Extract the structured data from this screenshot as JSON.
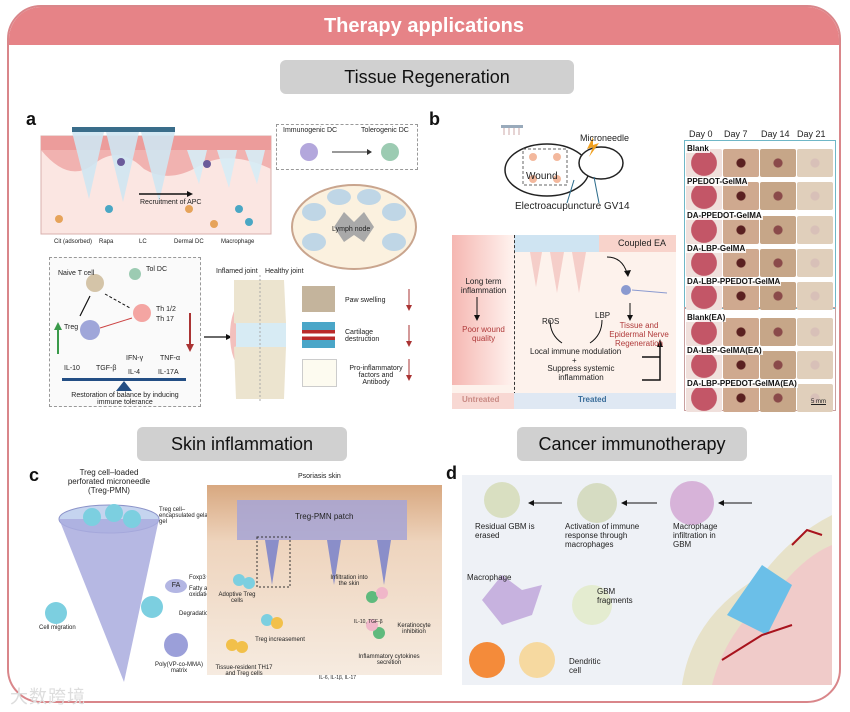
{
  "header": {
    "title": "Therapy applications"
  },
  "colors": {
    "accent": "#e68387",
    "section_button": "#d0d0d0",
    "treated": "#dfe8f3",
    "untreated": "#f8d8d3"
  },
  "sections": {
    "tissue_regeneration": "Tissue Regeneration",
    "skin_inflammation": "Skin inflammation",
    "cancer_immunotherapy": "Cancer immunotherapy"
  },
  "panel_a": {
    "letter": "a",
    "recruitment": "Recruitment of APC",
    "legend": [
      "Cit (adsorbed)",
      "Rapa",
      "LC",
      "Dermal DC",
      "Macrophage"
    ],
    "immunogenic_dc": "Immunogenic DC",
    "tolerogenic_dc": "Tolerogenic DC",
    "lymph_node": "Lymph node",
    "naive_t_cell": "Naive T cell",
    "tol_dc": "Tol DC",
    "treg": "Treg",
    "th": "Th 1/2",
    "th17": "Th 17",
    "cytokines": [
      "IL-10",
      "TGF-β",
      "IFN-γ",
      "IL-4",
      "TNF-α",
      "IL-17A"
    ],
    "balance": "Restoration of balance by inducing immune tolerance",
    "inflamed_joint": "Inflamed joint",
    "healthy_joint": "Healthy joint",
    "outcomes": [
      "Paw swelling",
      "Cartilage destruction",
      "Pro-inflammatory factors and Antibody"
    ]
  },
  "panel_b": {
    "letter": "b",
    "microneedle": "Microneedle",
    "wound": "Wound",
    "ea": "Electroacupuncture GV14",
    "coupled_ea": "Coupled EA",
    "long_term": "Long term inflammation",
    "poor": "Poor wound quality",
    "ros": "ROS",
    "lbp": "LBP",
    "tissue": "Tissue and Epidermal Nerve Regeneration",
    "local": "Local immune modulation",
    "plus": "+",
    "suppress": "Suppress systemic inflammation",
    "untreated": "Untreated",
    "treated": "Treated",
    "days": [
      "Day 0",
      "Day 7",
      "Day 14",
      "Day 21"
    ],
    "rows": [
      "Blank",
      "PPEDOT-GelMA",
      "DA-PPEDOT-GelMA",
      "DA-LBP-GelMA",
      "DA-LBP-PPEDOT-GelMA",
      "Blank(EA)",
      "DA-LBP-GelMA(EA)",
      "DA-LBP-PPEDOT-GelMA(EA)"
    ],
    "scale": "5 mm"
  },
  "panel_c": {
    "letter": "c",
    "title": "Treg cell–loaded perforated microneedle (Treg-PMN)",
    "encapsulated": "Treg cell–encapsulated gelatin gel",
    "cell_migration": "Cell migration",
    "fa": "FA",
    "foxp3": "Foxp3↑",
    "fatty": "Fatty acid oxidation",
    "degradation": "Degradation",
    "matrix": "Poly(VP-co-MMA) matrix",
    "psoriasis": "Psoriasis skin",
    "patch": "Treg-PMN patch",
    "adoptive": "Adoptive Treg cells",
    "increase": "Treg increasement",
    "resident": "Tissue-resident TH17 and Treg cells",
    "infiltration": "Infiltration into the skin",
    "il10": "IL-10, TGF-β",
    "kerat": "Keratinocyte inhibition",
    "inflam": "Inflammatory cytokines secretion",
    "il6": "IL-6, IL-1β, IL-17"
  },
  "panel_d": {
    "letter": "d",
    "residual": "Residual GBM is erased",
    "activation": "Activation of immune response through macrophages",
    "infiltration": "Macrophage infiltration in GBM",
    "macrophage": "Macrophage",
    "fragments": "GBM fragments",
    "dendritic": "Dendritic cell"
  },
  "watermark": "大数跨境"
}
